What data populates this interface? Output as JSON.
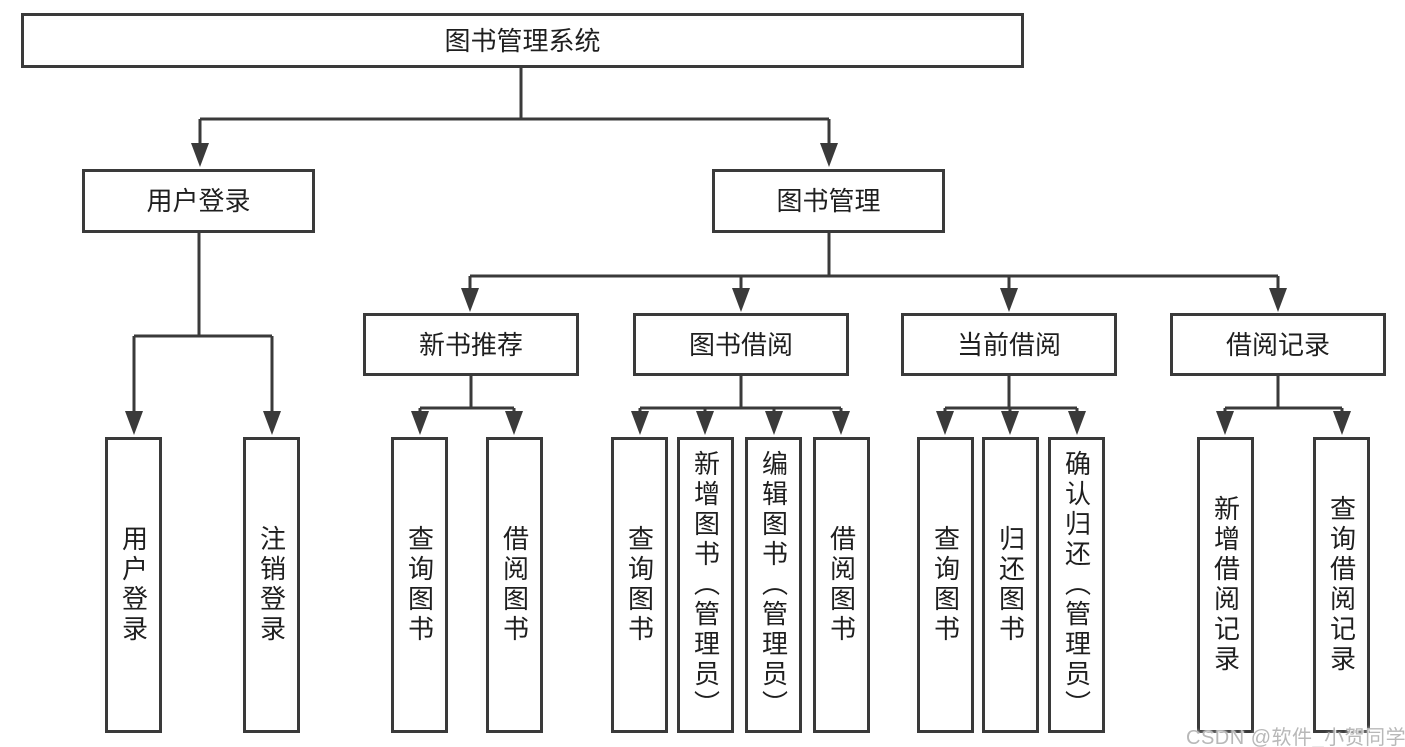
{
  "diagram": {
    "type": "hierarchy-tree",
    "tree": {
      "root": {
        "label": "图书管理系统",
        "children": [
          {
            "label": "用户登录",
            "children": [
              {
                "label": "用户登录"
              },
              {
                "label": "注销登录"
              }
            ]
          },
          {
            "label": "图书管理",
            "children": [
              {
                "label": "新书推荐",
                "children": [
                  {
                    "label": "查询图书"
                  },
                  {
                    "label": "借阅图书"
                  }
                ]
              },
              {
                "label": "图书借阅",
                "children": [
                  {
                    "label": "查询图书"
                  },
                  {
                    "label": "新增图书（管理员）"
                  },
                  {
                    "label": "编辑图书（管理员）"
                  },
                  {
                    "label": "借阅图书"
                  }
                ]
              },
              {
                "label": "当前借阅",
                "children": [
                  {
                    "label": "查询图书"
                  },
                  {
                    "label": "归还图书"
                  },
                  {
                    "label": "确认归还（管理员）"
                  }
                ]
              },
              {
                "label": "借阅记录",
                "children": [
                  {
                    "label": "新增借阅记录"
                  },
                  {
                    "label": "查询借阅记录"
                  }
                ]
              }
            ]
          }
        ]
      }
    },
    "colors": {
      "line": "#3a3a3a",
      "box_border": "#3a3a3a",
      "box_fill": "#ffffff",
      "text": "#1f1f1f",
      "background": "#ffffff",
      "watermark": "#b8b8b8"
    }
  },
  "watermark": {
    "text": "CSDN @软件_小贺同学"
  }
}
